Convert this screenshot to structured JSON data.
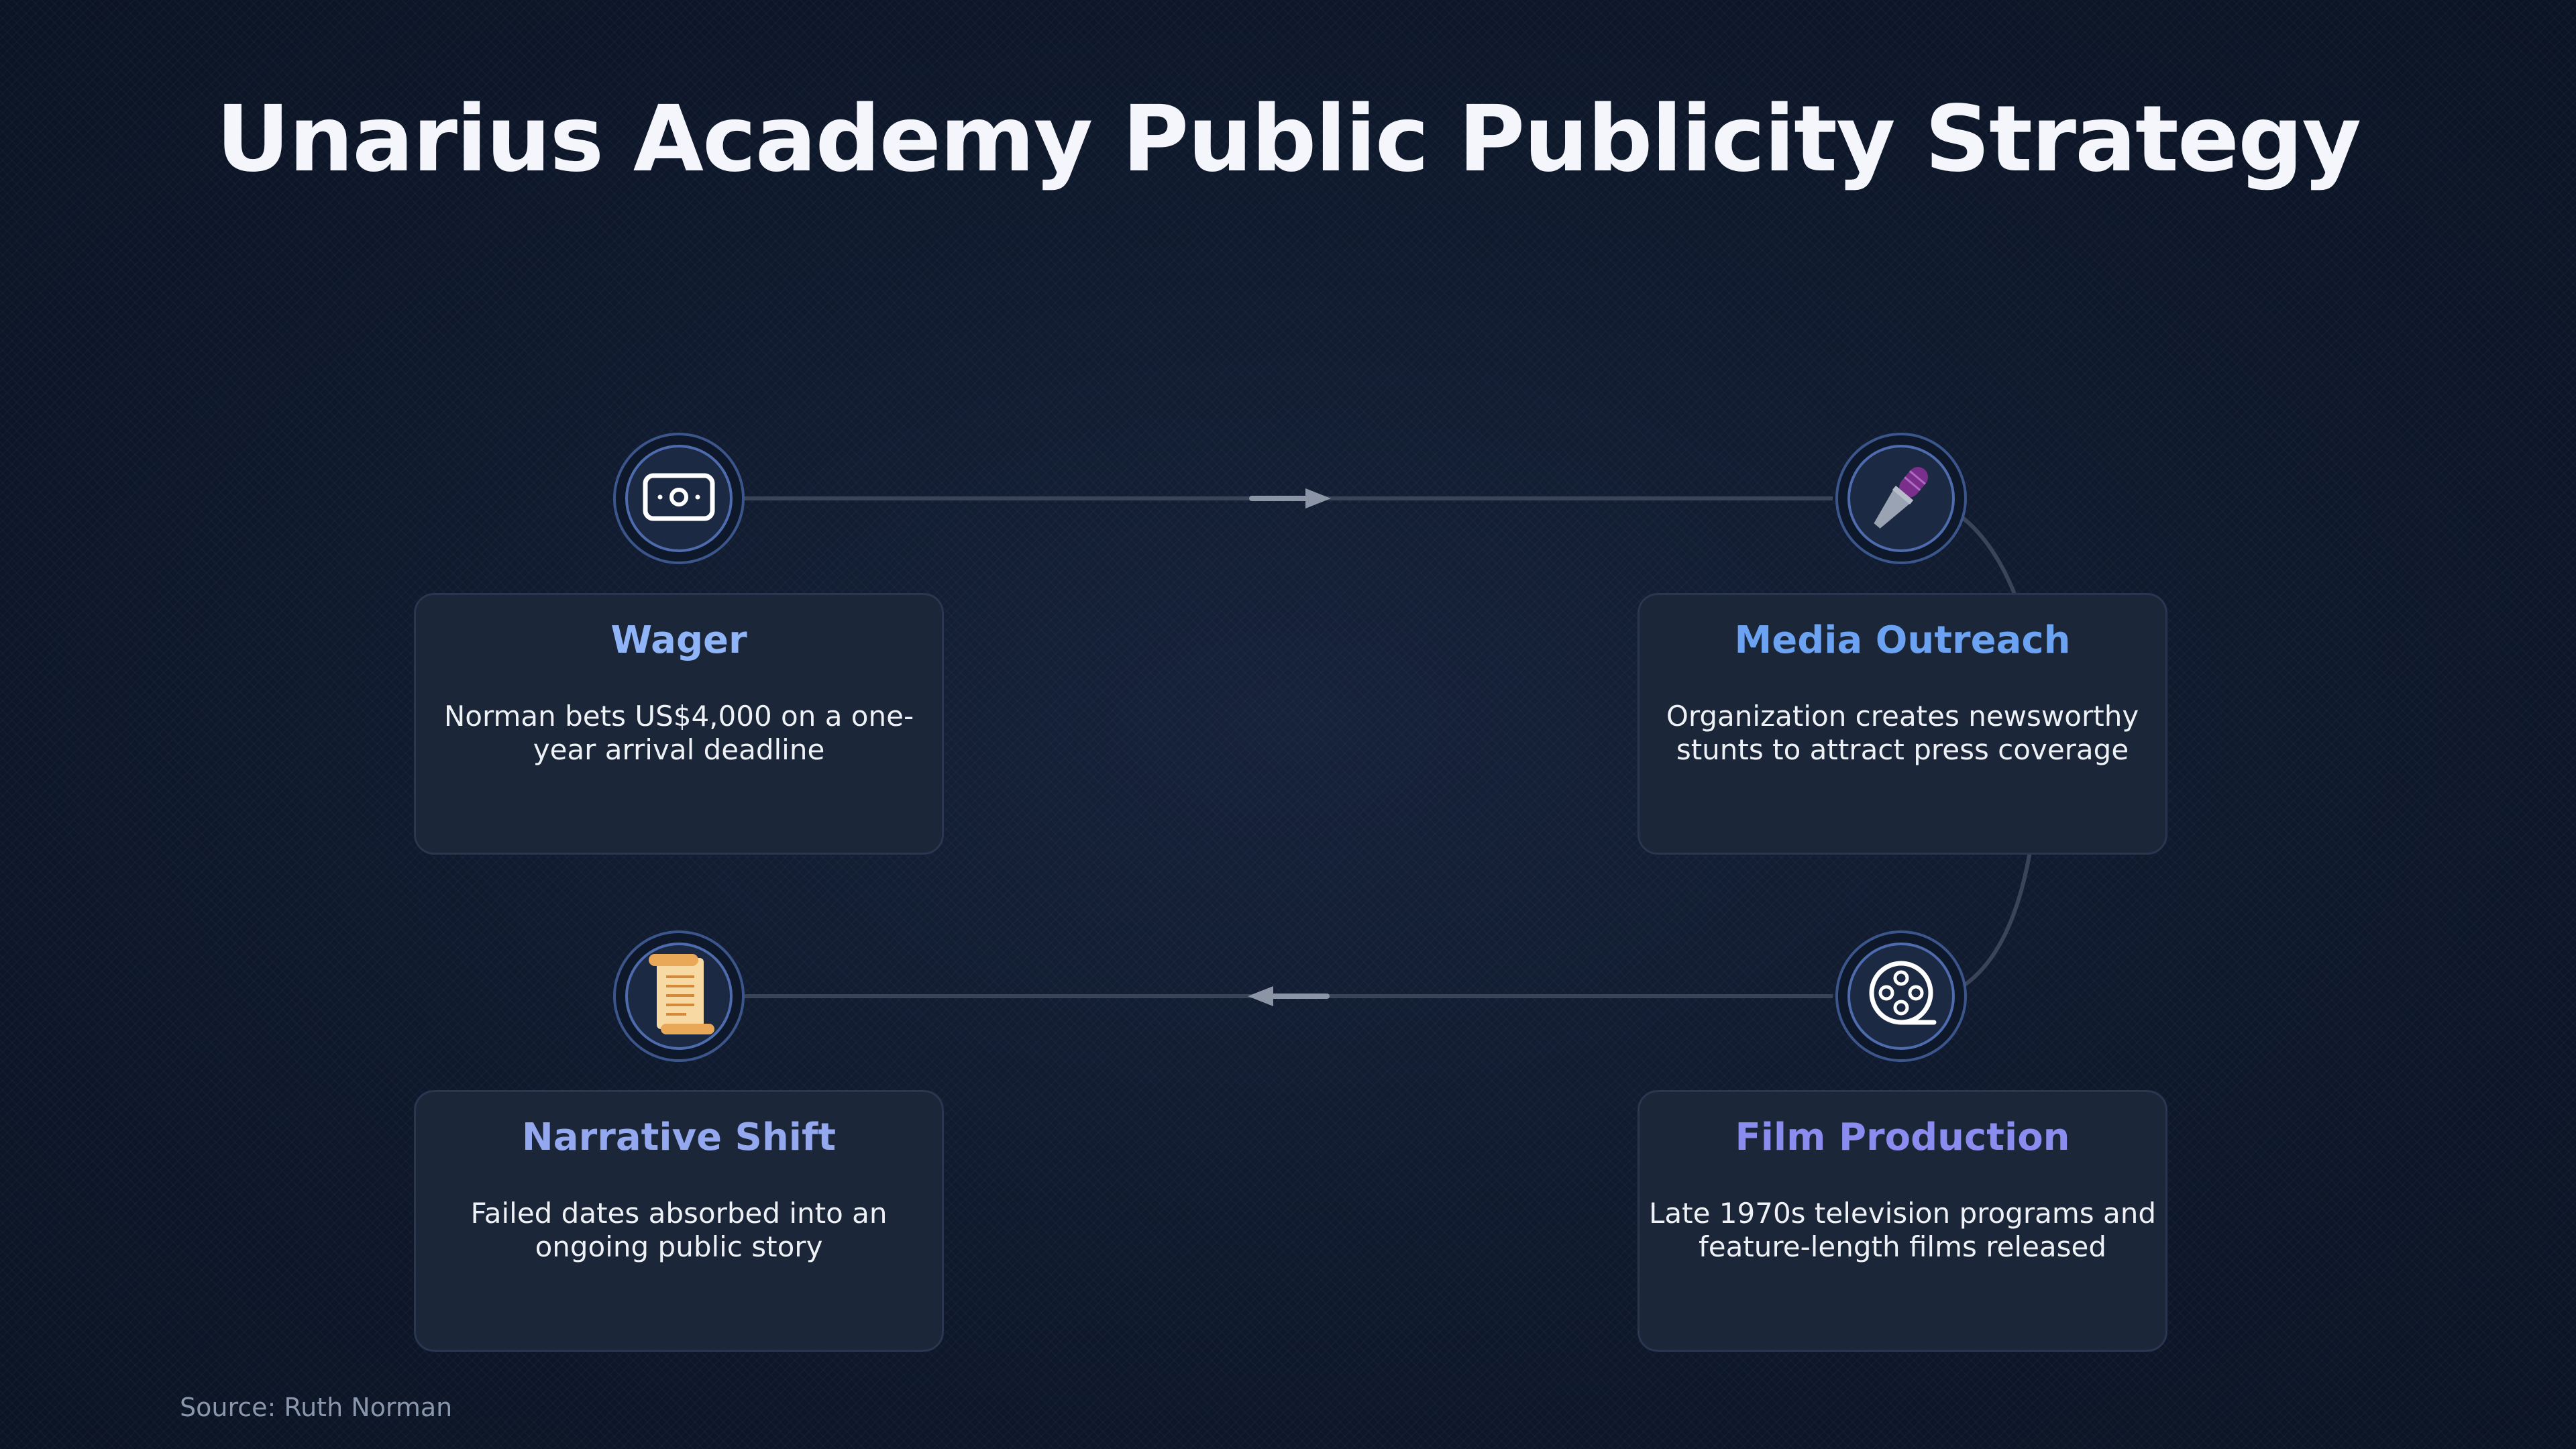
{
  "title": "Unarius Academy Public Publicity Strategy",
  "steps": [
    {
      "title": "Wager",
      "description": "Norman bets US$4,000 on a one-year arrival deadline",
      "icon": "money-bill-icon",
      "title_color": "#8fb4f8"
    },
    {
      "title": "Media Outreach",
      "description": "Organization creates newsworthy stunts to attract press coverage",
      "icon": "microphone-icon",
      "title_color": "#6ca2f2"
    },
    {
      "title": "Film Production",
      "description": "Late 1970s television programs and feature-length films released",
      "icon": "film-reel-icon",
      "title_color": "#8b8cf0"
    },
    {
      "title": "Narrative Shift",
      "description": "Failed dates absorbed into an ongoing public story",
      "icon": "scroll-icon",
      "title_color": "#93a8ee"
    }
  ],
  "source": "Source: Ruth Norman",
  "colors": {
    "background": "#0f1a2e",
    "card": "#1b2639",
    "connector": "#3a4458",
    "arrow": "#8c95a6",
    "ring": "#6388dc"
  }
}
